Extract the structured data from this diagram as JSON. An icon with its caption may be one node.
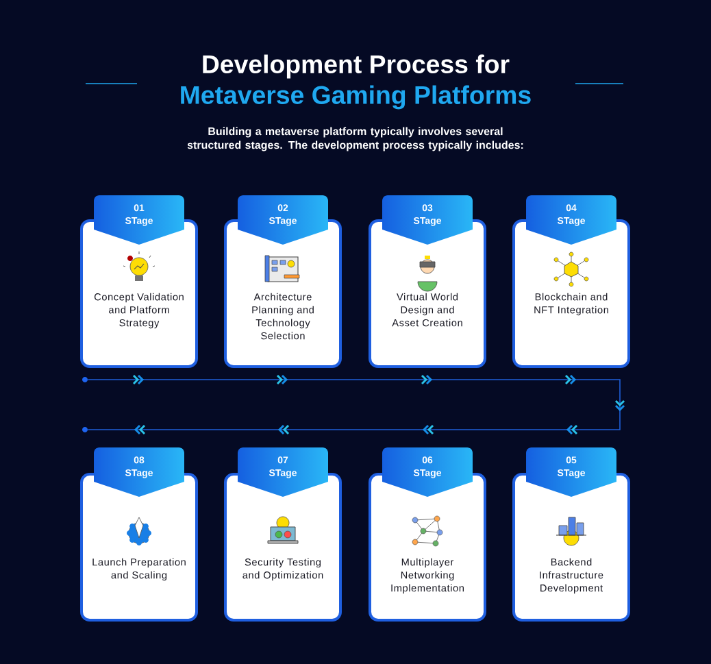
{
  "diagram": {
    "title": "Development Process for",
    "nodes": [
      {
        "text": [
          "01 STage",
          "Concept Validation and Platform Strategy"
        ]
      },
      {
        "text": [
          "02 STage",
          "Architecture Planning and Technology Selection"
        ]
      },
      {
        "text": [
          "03 STage",
          "Virtual World Design and Asset Creation"
        ]
      },
      {
        "text": [
          "04 STage",
          "Blockchain and NFT Integration"
        ]
      },
      {
        "text": [
          "08 STage",
          "Launch Preparation and Scaling"
        ]
      },
      {
        "text": [
          "07 STage",
          "Security Testing and Optimization"
        ]
      },
      {
        "text": [
          "06 STage",
          "Multiplayer Networking Implementation"
        ]
      },
      {
        "text": [
          "05 STage",
          "Backend Infrastructure Development"
        ]
      },
      {
        "text": [],
        "shape": "circle"
      },
      {
        "text": [],
        "shape": "circle"
      }
    ],
    "edges": [
      {
        "from": 8,
        "to": 9,
        "arrow": "to"
      }
    ],
    "labels": [
      "Metaverse Gaming Platforms",
      "Building a metaverse platform typically involves several structured stages. The development process typically includes:"
    ]
  }
}
